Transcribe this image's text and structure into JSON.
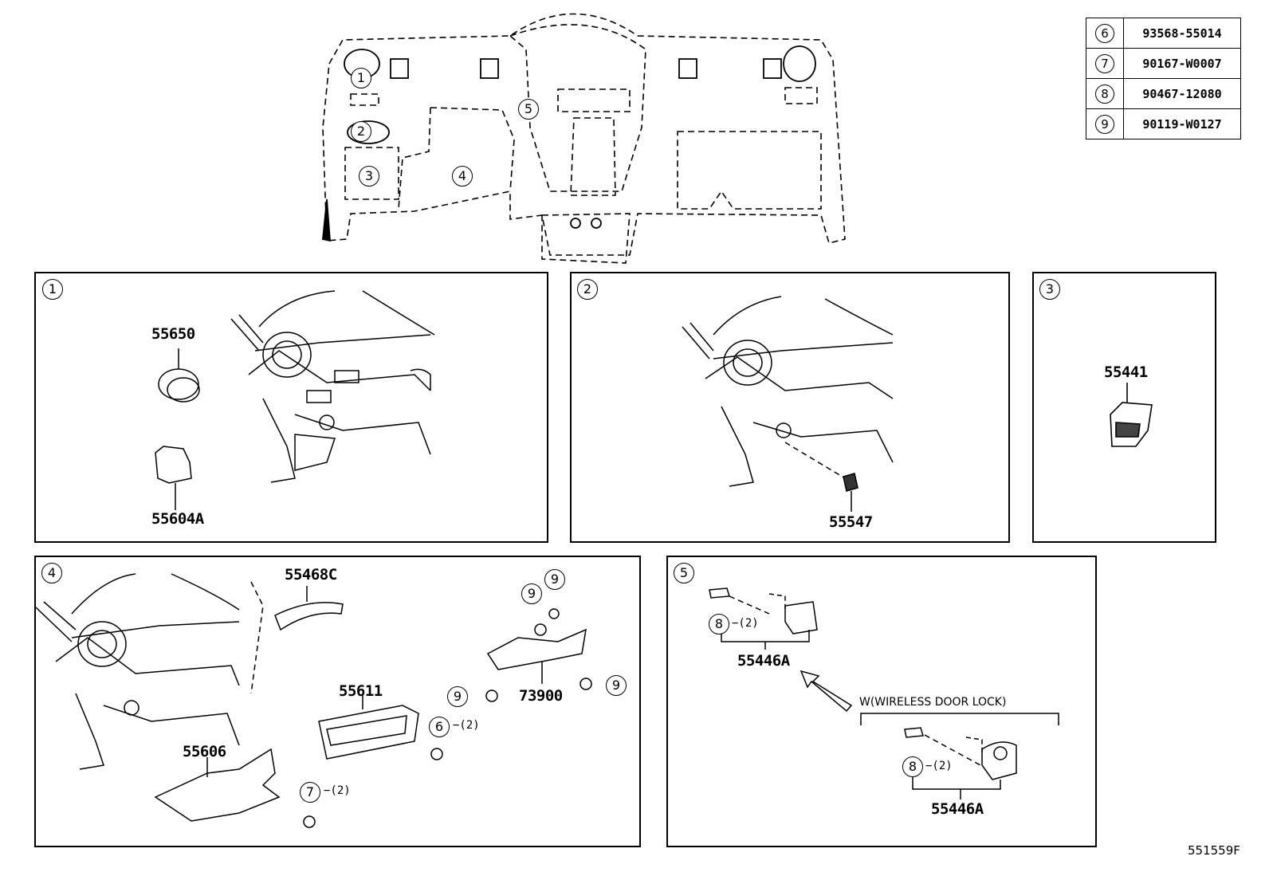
{
  "ref_table": [
    {
      "callout": "6",
      "part": "93568-55014"
    },
    {
      "callout": "7",
      "part": "90167-W0007"
    },
    {
      "callout": "8",
      "part": "90467-12080"
    },
    {
      "callout": "9",
      "part": "90119-W0127"
    }
  ],
  "overview": {
    "callouts": [
      "1",
      "2",
      "3",
      "4",
      "5"
    ]
  },
  "panel1": {
    "callout": "1",
    "parts": [
      "55650",
      "55604A"
    ]
  },
  "panel2": {
    "callout": "2",
    "parts": [
      "55547"
    ]
  },
  "panel3": {
    "callout": "3",
    "parts": [
      "55441"
    ]
  },
  "panel4": {
    "callout": "4",
    "parts": [
      "55468C",
      "55611",
      "73900",
      "55606"
    ],
    "fasteners": [
      {
        "callout": "9",
        "qty": ""
      },
      {
        "callout": "9",
        "qty": ""
      },
      {
        "callout": "9",
        "qty": ""
      },
      {
        "callout": "9",
        "qty": ""
      },
      {
        "callout": "6",
        "qty": "−(2)"
      },
      {
        "callout": "7",
        "qty": "−(2)"
      }
    ]
  },
  "panel5": {
    "callout": "5",
    "parts": [
      "55446A",
      "55446A"
    ],
    "fasteners": [
      {
        "callout": "8",
        "qty": "−(2)"
      },
      {
        "callout": "8",
        "qty": "−(2)"
      }
    ],
    "condition": "W(WIRELESS DOOR LOCK)"
  },
  "figure_id": "551559F"
}
